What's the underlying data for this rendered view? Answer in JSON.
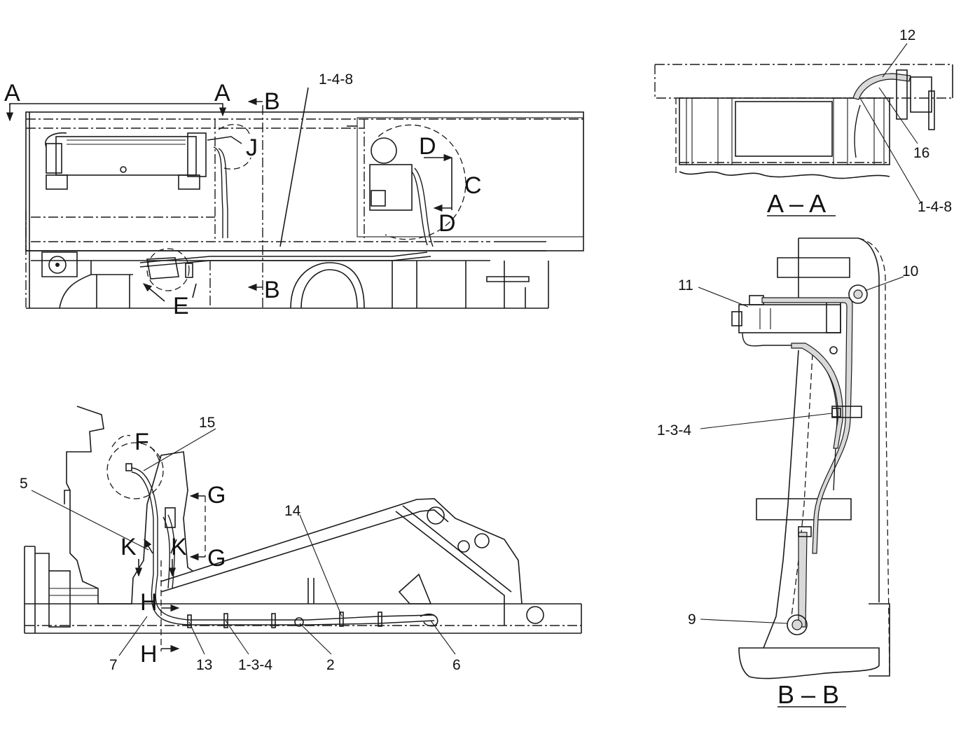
{
  "views": {
    "top_view": {
      "section_labels": [
        "A",
        "A",
        "B",
        "B",
        "J",
        "D",
        "C",
        "D",
        "E"
      ],
      "callouts": [
        "1-4-8"
      ]
    },
    "side_view": {
      "section_labels": [
        "F",
        "G",
        "G",
        "K",
        "K",
        "H",
        "H"
      ],
      "callouts": [
        "15",
        "5",
        "14",
        "7",
        "13",
        "1-3-4",
        "2",
        "6"
      ]
    },
    "section_aa": {
      "title": "A – A",
      "callouts": [
        "12",
        "16",
        "1-4-8"
      ]
    },
    "section_bb": {
      "title": "B – B",
      "callouts": [
        "11",
        "10",
        "1-3-4",
        "9"
      ]
    }
  }
}
